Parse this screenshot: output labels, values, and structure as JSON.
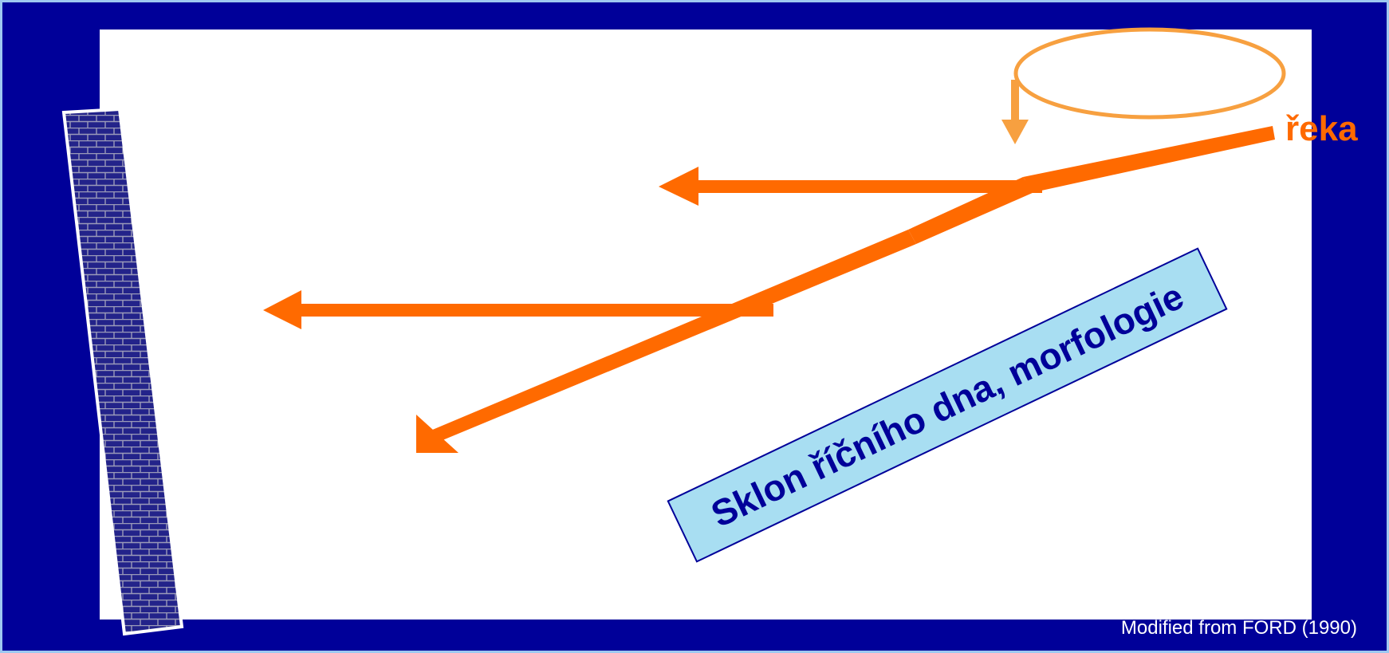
{
  "labels": {
    "river": "řeka",
    "slope_box": "Sklon říčního dna, morfologie",
    "credit": "Modified from FORD (1990)"
  },
  "colors": {
    "background": "#000099",
    "panel": "#ffffff",
    "river_arrow": "#ff6a00",
    "source_ellipse": "#f7a040",
    "label_box_fill": "#a8def2",
    "label_box_text": "#000099",
    "brick_fill": "#23238a",
    "brick_mortar": "#9a9ab8"
  }
}
